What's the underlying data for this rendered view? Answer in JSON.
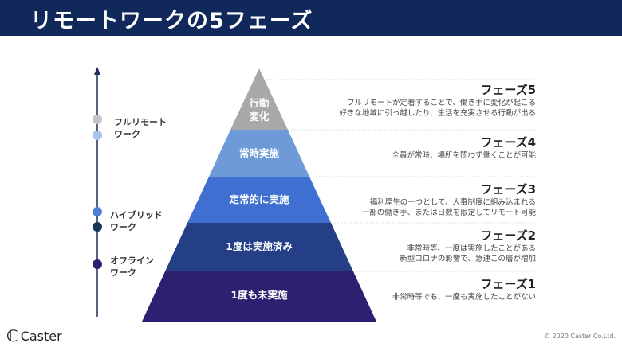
{
  "title": "リモートワークの5フェーズ",
  "timeline": [
    {
      "label1": "フルリモート",
      "label2": "ワーク",
      "colors": [
        "#c4c4c6",
        "#a9c3ea"
      ]
    },
    {
      "label1": "ハイブリッド",
      "label2": "ワーク",
      "colors": [
        "#4f7fd6",
        "#17365c"
      ]
    },
    {
      "label1": "オフライン",
      "label2": "ワーク",
      "colors": [
        "#2e1f6e"
      ]
    }
  ],
  "pyramid": [
    {
      "label1": "行動",
      "label2": "変化",
      "color": "#a8a8aa"
    },
    {
      "label": "常時実施",
      "color": "#6e9ad8"
    },
    {
      "label": "定常的に実施",
      "color": "#3f6fd0"
    },
    {
      "label": "1度は実施済み",
      "color": "#243f86"
    },
    {
      "label": "1度も未実施",
      "color": "#2f1f70"
    }
  ],
  "phases": [
    {
      "title": "フェーズ5",
      "desc1": "フルリモートが定着することで、働き手に変化が起こる",
      "desc2": "好きな地域に引っ越したり、生活を充実させる行動が出る"
    },
    {
      "title": "フェーズ4",
      "desc1": "全員が常時、場所を問わず働くことが可能"
    },
    {
      "title": "フェーズ3",
      "desc1": "福利厚生の一つとして、人事制度に組み込まれる",
      "desc2": "一部の働き手、または日数を限定してリモート可能"
    },
    {
      "title": "フェーズ2",
      "desc1": "非常時等、一度は実施したことがある",
      "desc2": "新型コロナの影響で、急速この層が増加"
    },
    {
      "title": "フェーズ1",
      "desc1": "非常時等でも、一度も実施したことがない"
    }
  ],
  "footer": {
    "logo": "Caster",
    "copyright": "© 2020 Caster Co.Ltd."
  }
}
